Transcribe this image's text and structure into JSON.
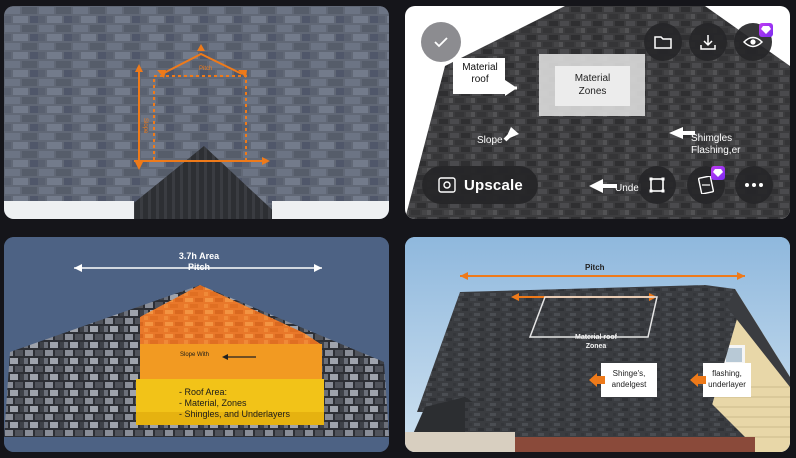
{
  "tile1": {
    "pitch_label": "Pitch",
    "slope_label": "Slope"
  },
  "tile2": {
    "material_roof": [
      "Material",
      "roof"
    ],
    "material_zones": [
      "Material",
      "Zones"
    ],
    "slope": "Slope",
    "shingles": [
      "Shimgles",
      "Flashing,er"
    ],
    "under": "Undel",
    "upscale_label": "Upscale"
  },
  "tile3": {
    "area_label": "3.7h Area",
    "pitch_label": "Pitch",
    "slope_with": "Slope With",
    "roof_area": [
      "- Roof Area:",
      "- Material, Zones",
      "- Shingles, and Underlayers"
    ]
  },
  "tile4": {
    "pitch_label": "Pitch",
    "material_roof_zones": [
      "Material roof",
      "Zonea"
    ],
    "box1": [
      "Shinge's,",
      "andelgest"
    ],
    "box2": [
      "flashing,",
      "underlayer"
    ]
  },
  "colors": {
    "orange": "#ee7a1a",
    "roof_dark": "#333436",
    "badge_purple": "#b23cf2"
  }
}
